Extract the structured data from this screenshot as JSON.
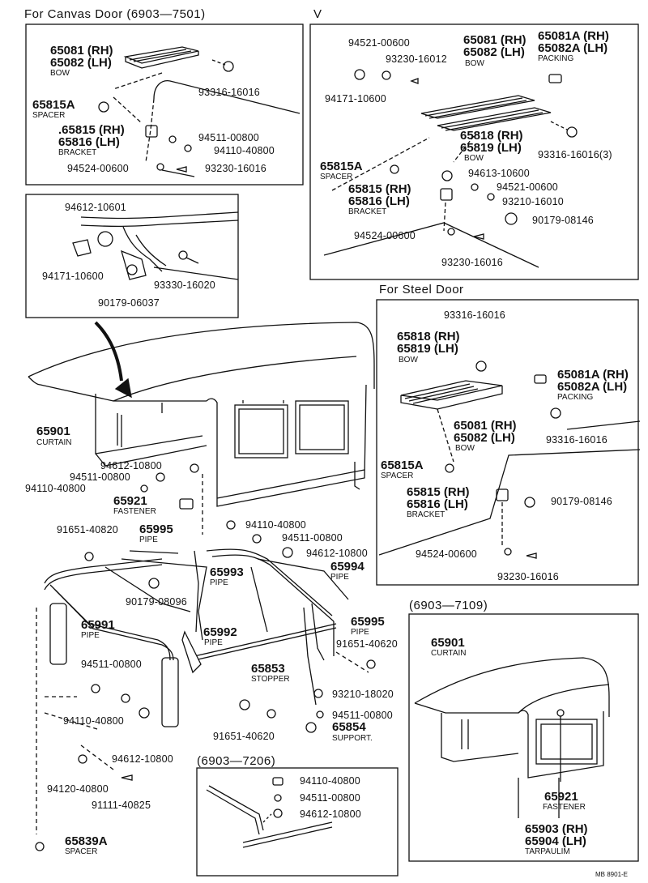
{
  "headers": {
    "canvas_door": "For  Canvas Door  (6903—7501)",
    "v": "V",
    "steel_door": "For  Steel Door",
    "range_7109": "(6903—7109)",
    "range_7206": "(6903—7206)"
  },
  "footer": "MB  8901-E",
  "labels": {
    "cd_65081": "65081 (RH)",
    "cd_65082": "65082 (LH)",
    "cd_bow": "BOW",
    "cd_93316": "93316-16016",
    "cd_65815a": "65815A",
    "cd_spacer": "SPACER",
    "cd_65815": ".65815 (RH)",
    "cd_65816": "65816 (LH)",
    "cd_bracket": "BRACKET",
    "cd_94511": "94511-00800",
    "cd_94110": "94110-40800",
    "cd_94524": "94524-00600",
    "cd_93230": "93230-16016",
    "in_94612": "94612-10601",
    "in_94171": "94171-10600",
    "in_93330": "93330-16020",
    "in_90179": "90179-06037",
    "v_94521": "94521-00600",
    "v_93230a": "93230-16012",
    "v_94171": "94171-10600",
    "v_65081": "65081 (RH)",
    "v_65082": "65082 (LH)",
    "v_bow": "BOW",
    "v_65081a": "65081A (RH)",
    "v_65082a": "65082A (LH)",
    "v_packing": "PACKING",
    "v_65818": "65818 (RH)",
    "v_65819": "65819 (LH)",
    "v_bow2": "BOW",
    "v_93316": "93316-16016(3)",
    "v_65815a": "65815A",
    "v_spacer": "SPACER",
    "v_94613": "94613-10600",
    "v_94521b": "94521-00600",
    "v_65815": "65815 (RH)",
    "v_65816": "65816 (LH)",
    "v_bracket": "BRACKET",
    "v_93210": "93210-16010",
    "v_90179": "90179-08146",
    "v_94524": "94524-00600",
    "v_93230b": "93230-16016",
    "sd_93316a": "93316-16016",
    "sd_65818": "65818 (RH)",
    "sd_65819": "65819 (LH)",
    "sd_bow": "BOW",
    "sd_65081a": "65081A (RH)",
    "sd_65082a": "65082A (LH)",
    "sd_packing": "PACKING",
    "sd_65081": "65081 (RH)",
    "sd_65082": "65082 (LH)",
    "sd_bow2": "BOW",
    "sd_93316b": "93316-16016",
    "sd_65815a": "65815A",
    "sd_spacer": "SPACER",
    "sd_65815": "65815 (RH)",
    "sd_65816": "65816 (LH)",
    "sd_bracket": "BRACKET",
    "sd_90179": "90179-08146",
    "sd_94524": "94524-00600",
    "sd_93230": "93230-16016",
    "m_65901": "65901",
    "m_curtain": "CURTAIN",
    "m_94612": "94612-10800",
    "m_94511": "94511-00800",
    "m_94110": "94110-40800",
    "m_65921": "65921",
    "m_fastener": "FASTENER",
    "m_94110b": "94110-40800",
    "m_94511b": "94511-00800",
    "m_94612b": "94612-10800",
    "m_91651": "91651-40820",
    "m_65995": "65995",
    "m_pipe1": "PIPE",
    "m_65993": "65993",
    "m_pipe2": "PIPE",
    "m_65994": "65994",
    "m_pipe3": "PIPE",
    "m_90179": "90179-08096",
    "m_65991": "65991",
    "m_pipe4": "PIPE",
    "m_65992": "65992",
    "m_pipe5": "PIPE",
    "m_65995b": "65995",
    "m_pipe6": "PIPE",
    "m_91651b": "91651-40620",
    "m_94511c": "94511-00800",
    "m_65853": "65853",
    "m_stopper": "STOPPER",
    "m_93210": "93210-18020",
    "m_94511d": "94511-00800",
    "m_65854": "65854",
    "m_support": "SUPPORT.",
    "m_94110c": "94110-40800",
    "m_91651c": "91651-40620",
    "m_94612c": "94612-10800",
    "m_94120": "94120-40800",
    "m_91111": "91111-40825",
    "m_65839a": "65839A",
    "m_spacer": "SPACER",
    "t_94110": "94110-40800",
    "t_94511": "94511-00800",
    "t_94612": "94612-10800",
    "r_65901": "65901",
    "r_curtain": "CURTAIN",
    "r_65921": "65921",
    "r_fastener": "FASTENER",
    "r_65903": "65903 (RH)",
    "r_65904": "65904 (LH)",
    "r_tarpaulin": "TARPAULIM"
  }
}
